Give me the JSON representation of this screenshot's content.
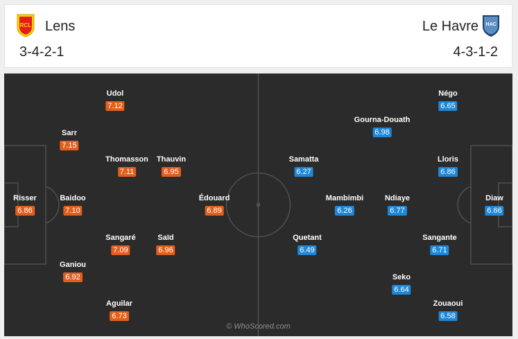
{
  "home": {
    "name": "Lens",
    "formation": "3-4-2-1",
    "crest_letters": "RCL",
    "colors": {
      "primary": "#e31d1a",
      "secondary": "#fbd400"
    },
    "rating_color": "#e15f1e"
  },
  "away": {
    "name": "Le Havre",
    "formation": "4-3-1-2",
    "crest_letters": "HAC",
    "colors": {
      "primary": "#5b8fc4",
      "secondary": "#1d3f6b"
    },
    "rating_color": "#1f87d6"
  },
  "home_players": [
    {
      "name": "Udol",
      "rating": "7.12"
    },
    {
      "name": "Sarr",
      "rating": "7.15"
    },
    {
      "name": "Thomasson",
      "rating": "7.11"
    },
    {
      "name": "Thauvin",
      "rating": "6.95"
    },
    {
      "name": "Risser",
      "rating": "6.86"
    },
    {
      "name": "Baidoo",
      "rating": "7.10"
    },
    {
      "name": "Édouard",
      "rating": "6.89"
    },
    {
      "name": "Sangaré",
      "rating": "7.09"
    },
    {
      "name": "Saïd",
      "rating": "6.96"
    },
    {
      "name": "Ganiou",
      "rating": "6.92"
    },
    {
      "name": "Aguilar",
      "rating": "6.73"
    }
  ],
  "away_players": [
    {
      "name": "Négo",
      "rating": "6.65"
    },
    {
      "name": "Gourna-Douath",
      "rating": "6.98"
    },
    {
      "name": "Samatta",
      "rating": "6.27"
    },
    {
      "name": "Lloris",
      "rating": "6.86"
    },
    {
      "name": "Mambimbi",
      "rating": "6.26"
    },
    {
      "name": "Ndiaye",
      "rating": "6.77"
    },
    {
      "name": "Diaw",
      "rating": "6.66"
    },
    {
      "name": "Quetant",
      "rating": "6.49"
    },
    {
      "name": "Sangante",
      "rating": "6.71"
    },
    {
      "name": "Seko",
      "rating": "6.64"
    },
    {
      "name": "Zouaoui",
      "rating": "6.58"
    }
  ],
  "watermark": "© WhoScored.com",
  "pitch_color": "#2b2b2b",
  "line_color": "#505050"
}
